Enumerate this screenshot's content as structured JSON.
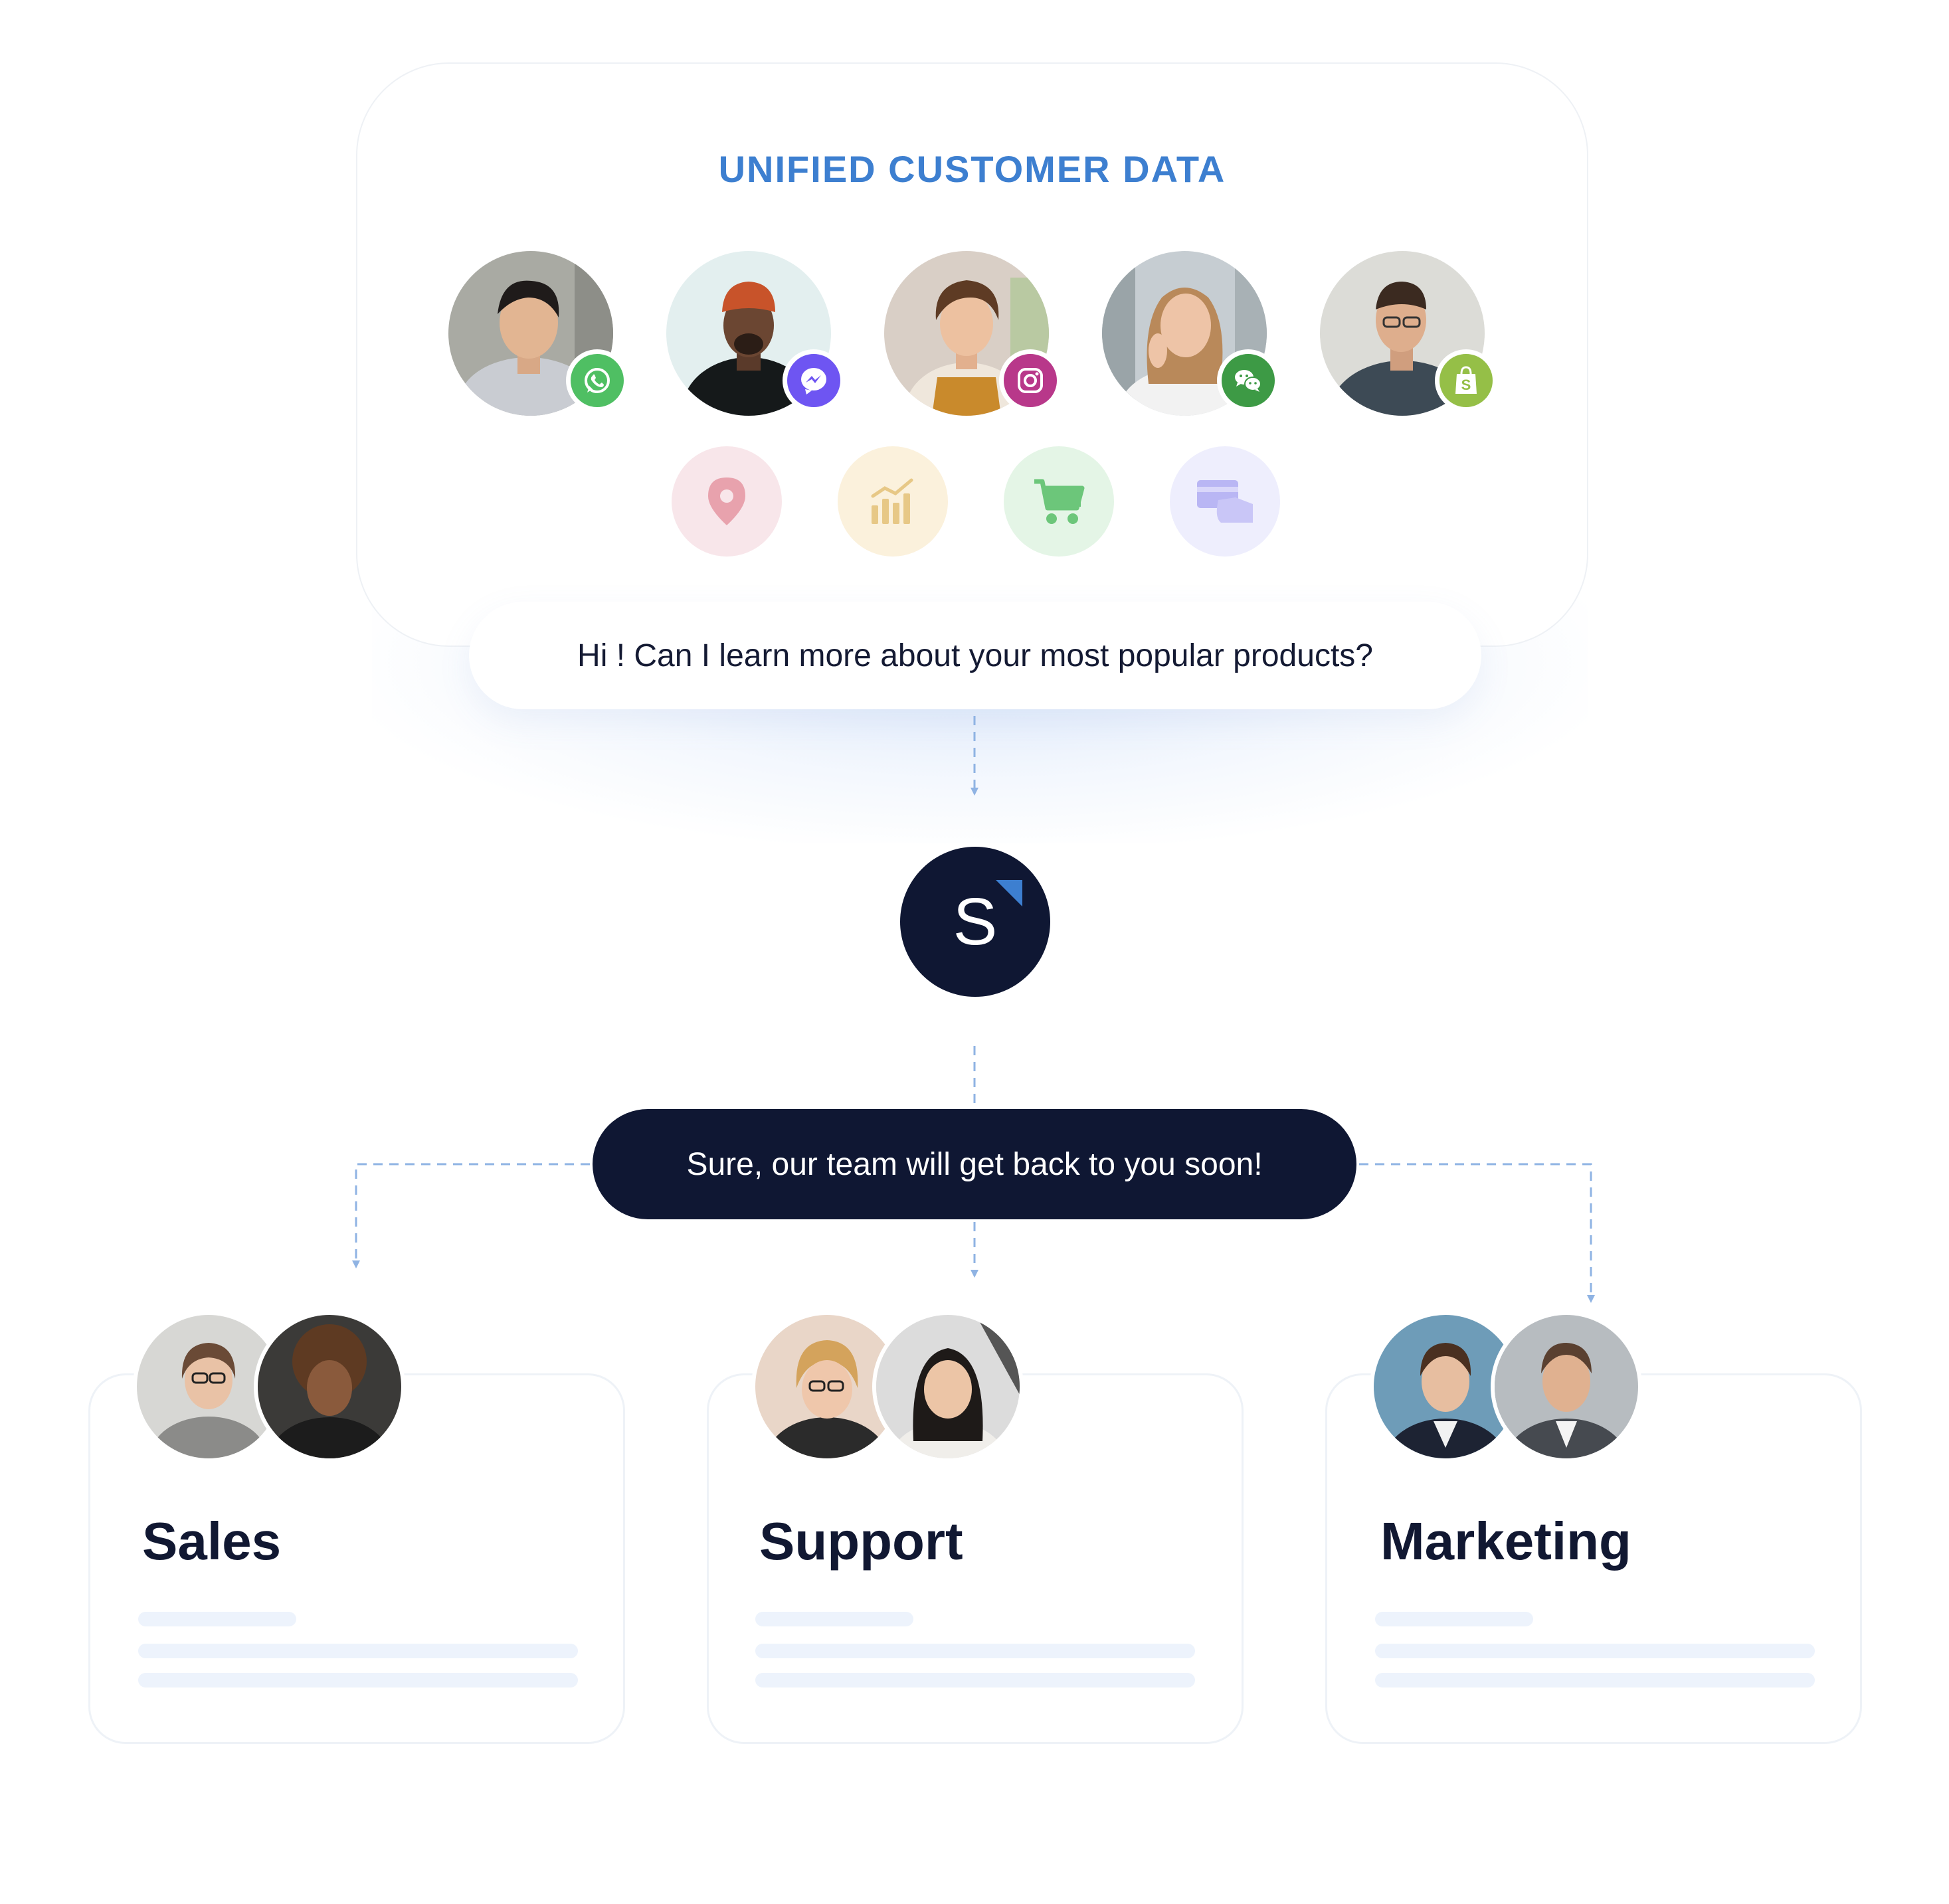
{
  "header": {
    "title": "UNIFIED CUSTOMER DATA"
  },
  "customers": [
    {
      "name": "customer-1",
      "channel": "whatsapp-icon",
      "badge_color": "#4fbf63"
    },
    {
      "name": "customer-2",
      "channel": "messenger-icon",
      "badge_color": "#7b4cf0"
    },
    {
      "name": "customer-3",
      "channel": "instagram-icon",
      "badge_color": "#b8388a"
    },
    {
      "name": "customer-4",
      "channel": "wechat-icon",
      "badge_color": "#3fa046"
    },
    {
      "name": "customer-5",
      "channel": "shopify-icon",
      "badge_color": "#95bf47"
    }
  ],
  "data_types": [
    {
      "icon": "location-pin-icon",
      "bg": "#f8e6ea",
      "fg": "#e8a2ad"
    },
    {
      "icon": "analytics-chart-icon",
      "bg": "#fbf1dc",
      "fg": "#e7c886"
    },
    {
      "icon": "shopping-cart-icon",
      "bg": "#e4f5e6",
      "fg": "#6cc67a"
    },
    {
      "icon": "payment-card-icon",
      "bg": "#eeeefd",
      "fg": "#b9b6f4"
    }
  ],
  "chat": {
    "question": "Hi ! Can I learn more about your most popular products?",
    "answer": "Sure, our team will get back to you soon!"
  },
  "logo": {
    "letter": "S"
  },
  "teams": [
    {
      "title": "Sales"
    },
    {
      "title": "Support"
    },
    {
      "title": "Marketing"
    }
  ],
  "colors": {
    "accent": "#3d7fd0",
    "navy": "#0f1733",
    "connector": "#8fb3e3"
  }
}
